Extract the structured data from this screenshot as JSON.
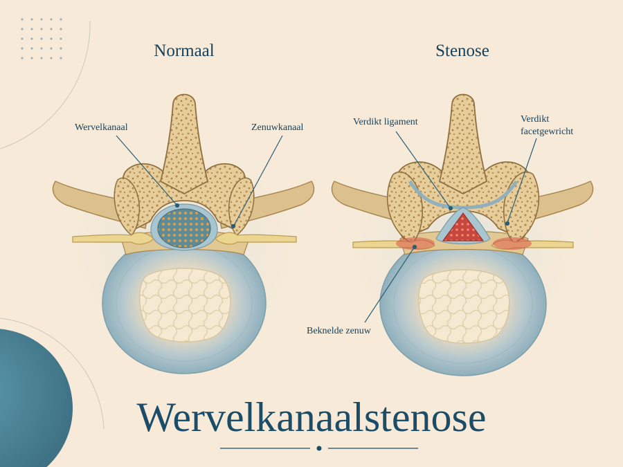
{
  "title": "Wervelkanaalstenose",
  "panels": {
    "normal": {
      "title": "Normaal",
      "labels": {
        "canal": "Wervelkanaal",
        "foramen": "Zenuwkanaal"
      }
    },
    "stenosis": {
      "title": "Stenose",
      "labels": {
        "ligament": "Verdikt ligament",
        "facet_line1": "Verdikt",
        "facet_line2": "facetgewricht",
        "nerve": "Beknelde zenuw"
      }
    }
  },
  "colors": {
    "background": "#f7ead8",
    "title": "#1b4d68",
    "label": "#17415a",
    "bone": "#e7cf9e",
    "disc": "#b7c9cf",
    "nerve": "#e9cf8a",
    "inflammation": "#d9534a",
    "accent_circle": "#2f7690"
  }
}
